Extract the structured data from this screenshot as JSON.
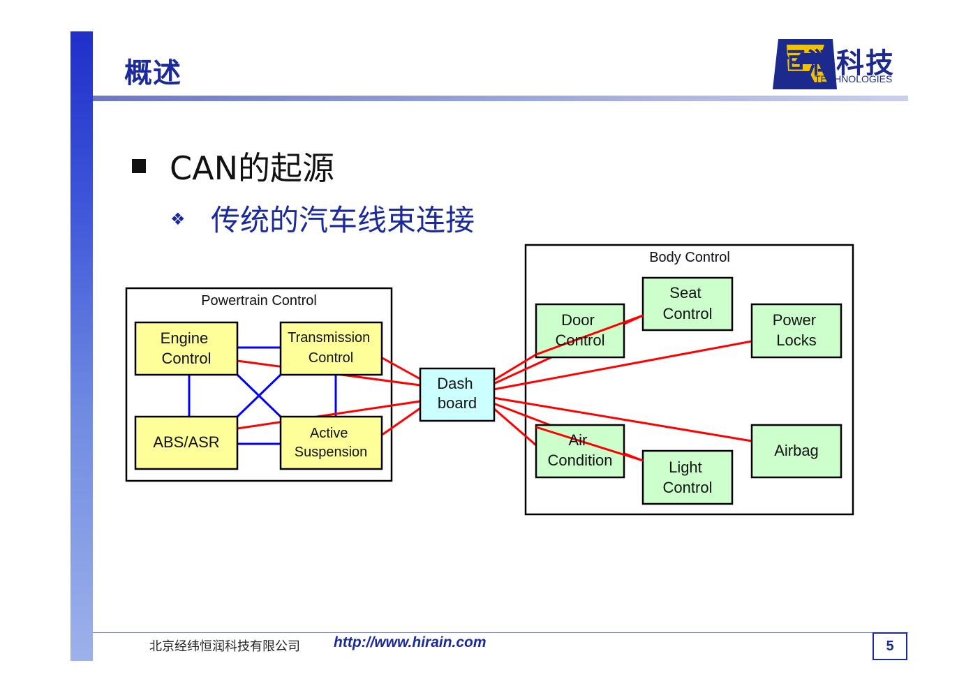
{
  "header": {
    "title": "概述",
    "logo_cn": "恒润科技",
    "logo_en": "HIRAIN TECHNOLOGIES"
  },
  "content": {
    "heading": "CAN的起源",
    "subheading": "传统的汽车线束连接",
    "bullet_glyph": "❖"
  },
  "diagram": {
    "powertrain_group_label": "Powertrain Control",
    "body_group_label": "Body Control",
    "powertrain_nodes": [
      {
        "id": "engine",
        "lines": [
          "Engine",
          "Control"
        ]
      },
      {
        "id": "transmission",
        "lines": [
          "Transmission",
          "Control"
        ]
      },
      {
        "id": "abs",
        "lines": [
          "ABS/ASR"
        ]
      },
      {
        "id": "suspension",
        "lines": [
          "Active",
          "Suspension"
        ]
      }
    ],
    "dash_node": {
      "id": "dash",
      "lines": [
        "Dash",
        "board"
      ]
    },
    "body_nodes": [
      {
        "id": "door",
        "lines": [
          "Door",
          "Control"
        ]
      },
      {
        "id": "seat",
        "lines": [
          "Seat",
          "Control"
        ]
      },
      {
        "id": "power_locks",
        "lines": [
          "Power",
          "Locks"
        ]
      },
      {
        "id": "air",
        "lines": [
          "Air",
          "Condition"
        ]
      },
      {
        "id": "light",
        "lines": [
          "Light",
          "Control"
        ]
      },
      {
        "id": "airbag",
        "lines": [
          "Airbag"
        ]
      }
    ],
    "colors": {
      "powertrain_fill": "#ffff99",
      "body_fill": "#ccffcc",
      "dash_fill": "#ccffff",
      "red_wire": "#ff0000",
      "blue_wire": "#0000ff"
    }
  },
  "footer": {
    "company": "北京经纬恒润科技有限公司",
    "url": "http://www.hirain.com",
    "page_number": "5"
  }
}
